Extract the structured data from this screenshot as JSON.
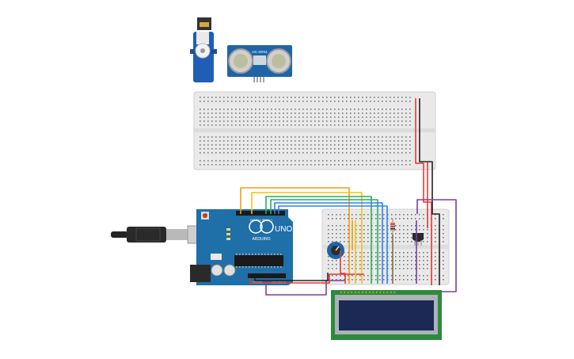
{
  "app": {
    "title": "Tinkercad Circuits"
  },
  "arduino": {
    "brand": "ARDUINO",
    "model": "UNO",
    "header_digital": "DIGITAL (PWM~)",
    "header_power": "POWER",
    "header_analog": "ANALOG IN",
    "color": "#1f6fa8"
  },
  "ultrasonic": {
    "model": "HC-SR04",
    "color": "#1e64a6"
  },
  "servo": {
    "color": "#1e5fb5"
  },
  "lcd": {
    "screen_color": "#1a2a55",
    "board_color": "#2e8a3c"
  },
  "colors": {
    "wire_red": "#e53935",
    "wire_black": "#222222",
    "wire_orange": "#f39c12",
    "wire_yellow": "#f1c40f",
    "wire_green": "#27ae60",
    "wire_blue": "#2f80ed",
    "wire_purple": "#7b3f9e",
    "breadboard": "#e9e9e9"
  }
}
